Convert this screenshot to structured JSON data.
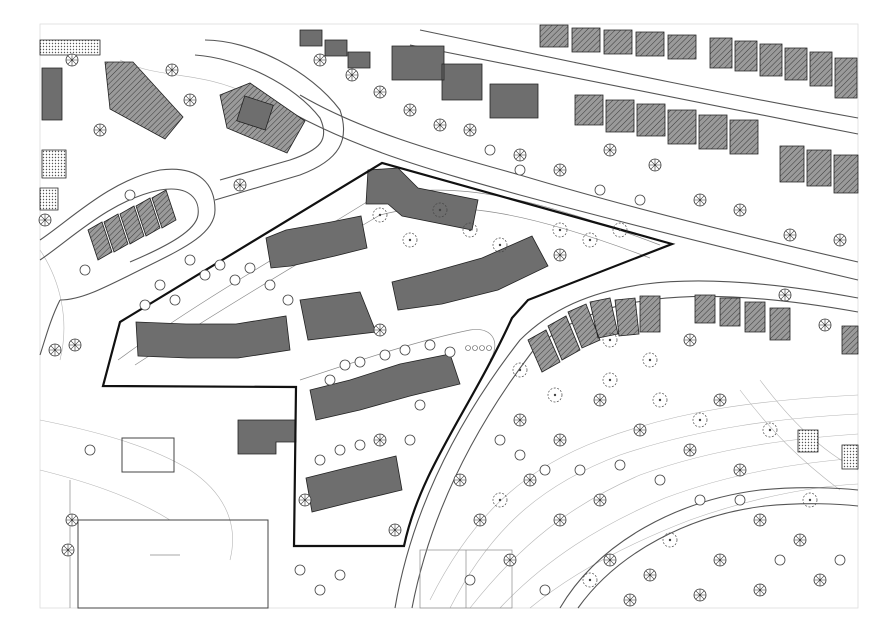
{
  "map": {
    "kind": "site-plan",
    "style": "black-and-white architectural drawing",
    "colors": {
      "background": "#ffffff",
      "lines": "#555555",
      "buildings_new": "#6e6e6e",
      "boundary": "#111111"
    },
    "features": [
      "site-boundary-outline",
      "new-residential-blocks",
      "existing-terrace-houses",
      "curving-roads",
      "trees",
      "contour-lines",
      "sports-field"
    ]
  }
}
